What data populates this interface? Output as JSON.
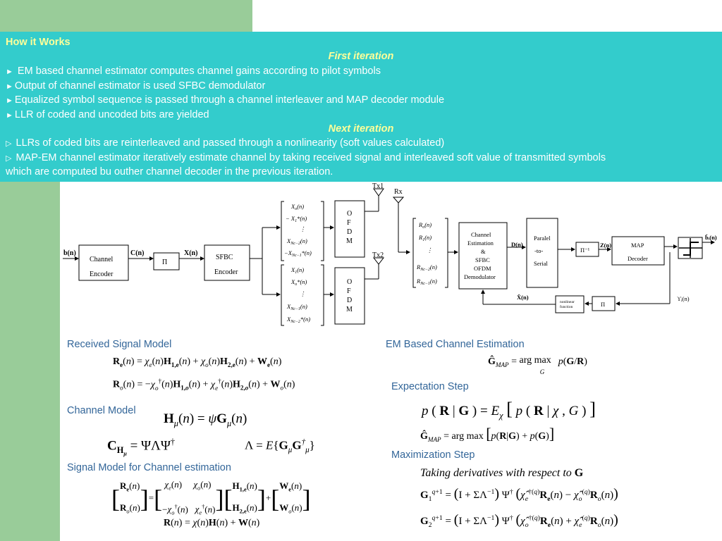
{
  "header": {
    "title": "How it Works",
    "first_iteration": "First iteration",
    "first_items": [
      "EM based channel estimator computes channel gains according to pilot symbols",
      "Output of channel estimator is used SFBC demodulator",
      "Equalized symbol sequence is passed through a channel interleaver and MAP decoder module",
      "LLR of coded and uncoded bits are yielded"
    ],
    "next_iteration": "Next iteration",
    "next_items": [
      "LLRs of coded bits are reinterleaved and passed through a nonlinearity (soft values calculated)",
      "MAP-EM channel estimator iteratively estimate channel by taking received signal and interleaved soft value of transmitted symbols"
    ],
    "next_items_continuation": "which are computed bu outher channel decoder in the previous iteration."
  },
  "diagram": {
    "input_label": "b(n)",
    "channel_encoder": [
      "Channel",
      "Encoder"
    ],
    "c_label": "C(n)",
    "pi": "Π",
    "x_label": "X(n)",
    "sfbc_encoder": [
      "SFBC",
      "Encoder"
    ],
    "tx1": "Tx1",
    "tx2": "Tx2",
    "rx": "Rx",
    "ofdm_letters": [
      "O",
      "F",
      "D",
      "M"
    ],
    "channel_est": [
      "Channel",
      "Estimation",
      "&",
      "SFBC",
      "OFDM",
      "Demodulator"
    ],
    "d_label": "D(n)",
    "paralel": [
      "Paralel",
      "-to-",
      "Serial"
    ],
    "pi_inv": "Π⁻¹",
    "z_label": "Z(n)",
    "map_decoder": [
      "MAP",
      "Decoder"
    ],
    "b_hat_label": "b̂ᵢ(n)",
    "x_hat_label": "X̂(n)",
    "nonlinear": [
      "nonlinear",
      "function"
    ],
    "upsilon_label": "ϒⱼ(n)"
  },
  "sections": {
    "received_signal_model": "Received Signal Model",
    "channel_model": "Channel Model",
    "signal_model_ce": "Signal Model for Channel estimation",
    "em_based": "EM Based Channel Estimation",
    "expectation_step": "Expectation Step",
    "maximization_step": "Maximization Step"
  },
  "equations": {
    "taking_derivatives": "Taking derivatives with respect to",
    "argmax": "arg max",
    "g_sub": "G"
  }
}
